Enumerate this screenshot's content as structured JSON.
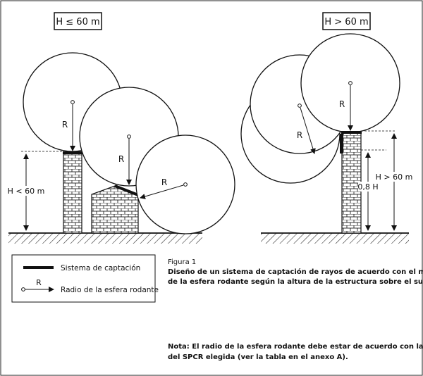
{
  "panels": {
    "left": {
      "title": "H ≤ 60 m",
      "height_label": "H < 60 m",
      "radius_labels": [
        "R",
        "R",
        "R"
      ]
    },
    "right": {
      "title": "H > 60 m",
      "radius_labels": [
        "R",
        "R"
      ],
      "height_label": "H > 60 m",
      "partial_height_label": "0,8 H"
    }
  },
  "legend": {
    "capture_label": "Sistema de captación",
    "radius_letter": "R",
    "radius_label": "Radio de la esfera rodante"
  },
  "caption": {
    "title": "Figura 1",
    "line1": "Diseño de un sistema de captación de rayos de acuerdo con el método",
    "line2": "de la esfera rodante según la altura de la estructura sobre el suelo."
  },
  "note": {
    "line1": "Nota: El radio de la esfera rodante debe estar de acuerdo con la clase",
    "line2": "del SPCR elegida (ver la tabla en el anexo A)."
  },
  "colors": {
    "ink": "#111111",
    "paper": "#ffffff",
    "hatch": "#555555"
  }
}
